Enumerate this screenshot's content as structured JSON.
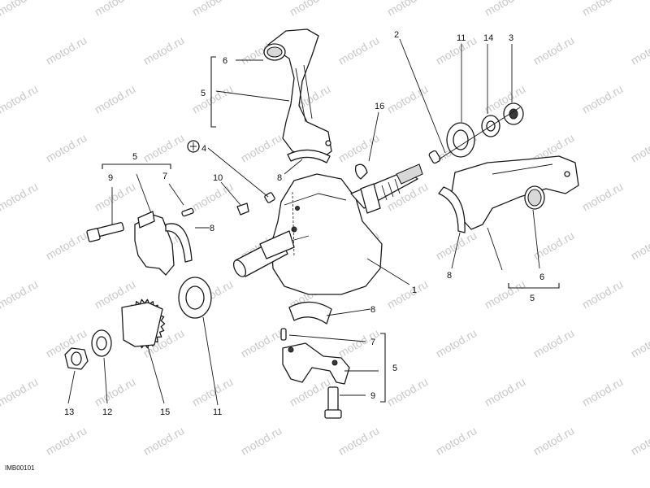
{
  "watermark": "motod.ru",
  "drawing_code": "IMB00101",
  "callouts": {
    "n1": "1",
    "n2": "2",
    "n3": "3",
    "n4": "4",
    "n5_top": "5",
    "n5_left": "5",
    "n5_right": "5",
    "n5_bottom": "5",
    "n6_top": "6",
    "n6_right": "6",
    "n7_left": "7",
    "n7_bottom": "7",
    "n8_top": "8",
    "n8_left": "8",
    "n8_right": "8",
    "n8_bottom": "8",
    "n9_left": "9",
    "n9_bottom": "9",
    "n10": "10",
    "n11_top": "11",
    "n11_bottom": "11",
    "n12": "12",
    "n13": "13",
    "n14": "14",
    "n15": "15",
    "n16": "16"
  }
}
